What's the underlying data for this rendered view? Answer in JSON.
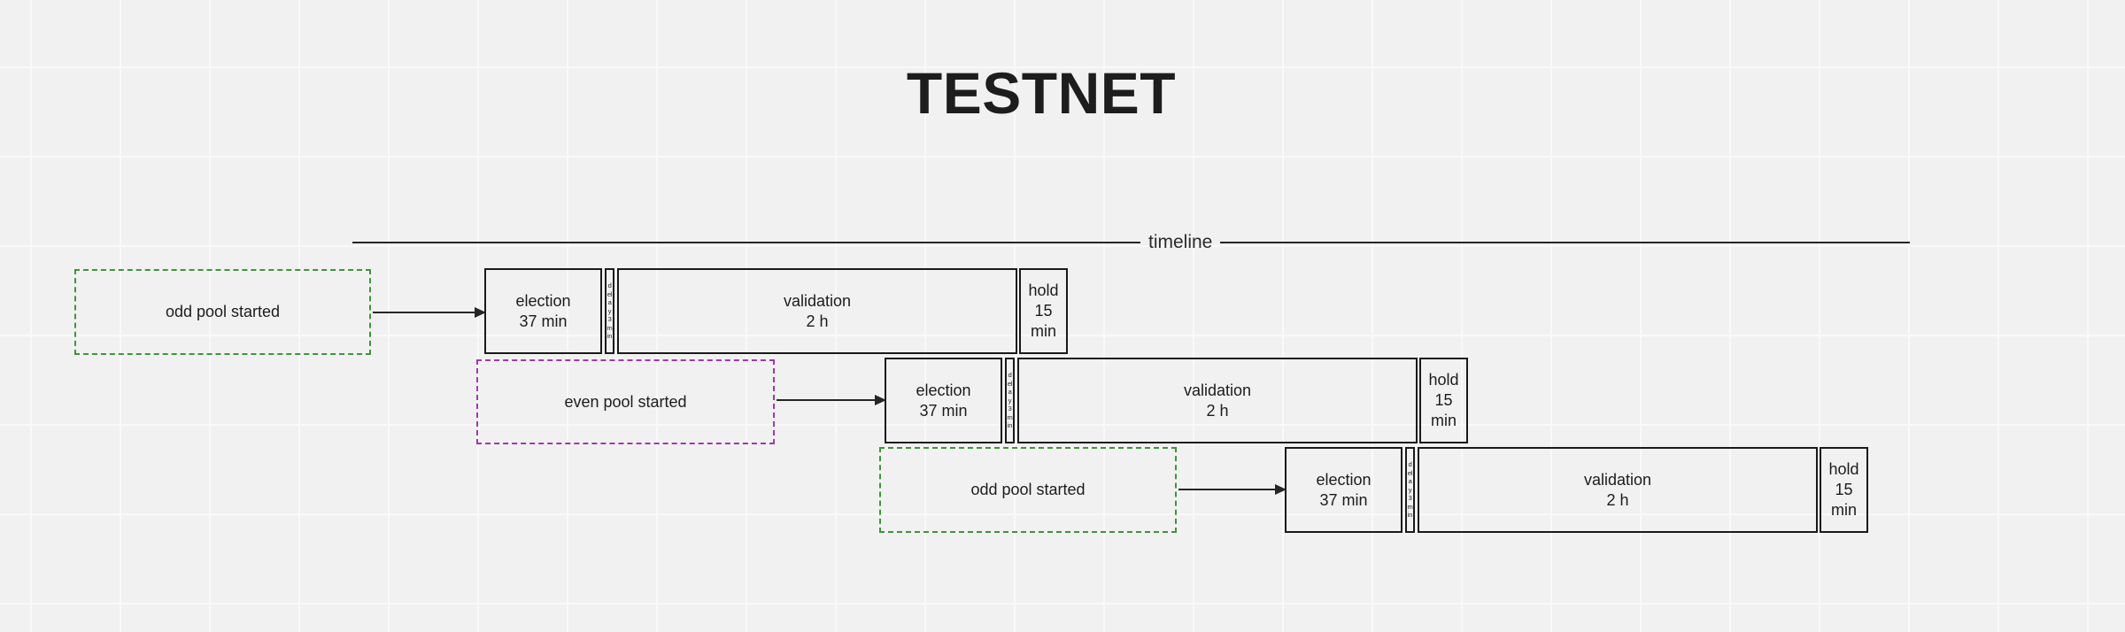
{
  "title": "TESTNET",
  "timeline": {
    "label": "timeline"
  },
  "colors": {
    "odd_pool": "#41923d",
    "even_pool": "#a435b2",
    "stroke": "#1a1a1a"
  },
  "cycles": [
    {
      "pool": "odd",
      "start_event": "odd pool started",
      "phases": {
        "election": "election\n37 min",
        "delay": "delay 3 min",
        "validation": "validation\n2 h",
        "hold": "hold\n15\nmin"
      }
    },
    {
      "pool": "even",
      "start_event": "even pool started",
      "phases": {
        "election": "election\n37 min",
        "delay": "delay 3 min",
        "validation": "validation\n2 h",
        "hold": "hold\n15\nmin"
      }
    },
    {
      "pool": "odd",
      "start_event": "odd pool started",
      "phases": {
        "election": "election\n37 min",
        "delay": "delay 3 min",
        "validation": "validation\n2 h",
        "hold": "hold\n15\nmin"
      }
    }
  ]
}
